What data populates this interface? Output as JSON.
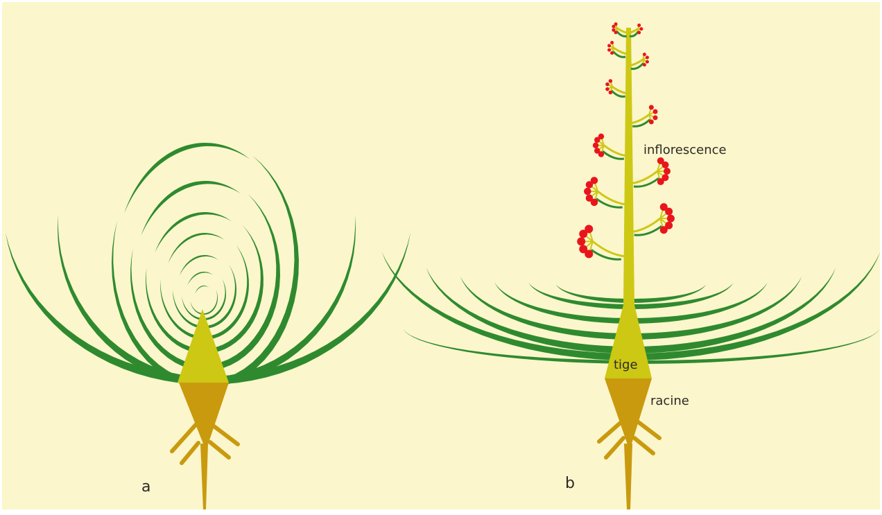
{
  "figure": {
    "background_color": "#fbf6cc",
    "leaf_color": "#2f8a2f",
    "stem_color": "#cdc814",
    "root_color": "#c99a0e",
    "flower_color": "#e8161c",
    "panel_a": {
      "label": "a"
    },
    "panel_b": {
      "label": "b",
      "inflorescence_label": "inflorescence",
      "stem_label": "tige",
      "root_label": "racine"
    }
  }
}
